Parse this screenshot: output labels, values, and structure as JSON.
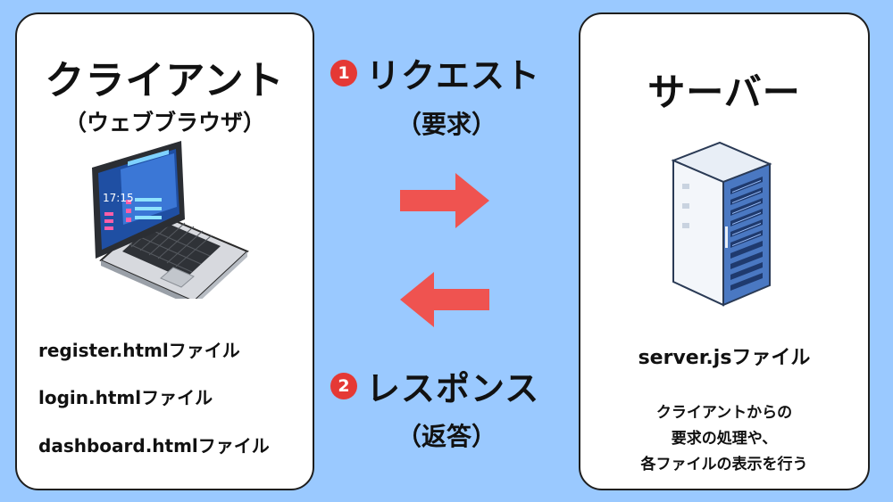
{
  "client": {
    "title": "クライアント",
    "subtitle": "（ウェブブラウザ）",
    "screen_time": "17:15",
    "files": [
      "register.htmlファイル",
      "login.htmlファイル",
      "dashboard.htmlファイル"
    ]
  },
  "server": {
    "title": "サーバー",
    "file": "server.jsファイル",
    "description": [
      "クライアントからの",
      "要求の処理や、",
      "各ファイルの表示を行う"
    ]
  },
  "steps": {
    "request": {
      "number": "1",
      "label": "リクエスト",
      "sub": "（要求）"
    },
    "response": {
      "number": "2",
      "label": "レスポンス",
      "sub": "（返答）"
    }
  },
  "colors": {
    "background": "#9ac9ff",
    "card": "#ffffff",
    "arrow": "#ef5350",
    "badge": "#e53935"
  },
  "icons": {
    "laptop": "laptop-icon",
    "server": "server-rack-icon",
    "arrow_right": "arrow-right-icon",
    "arrow_left": "arrow-left-icon"
  }
}
